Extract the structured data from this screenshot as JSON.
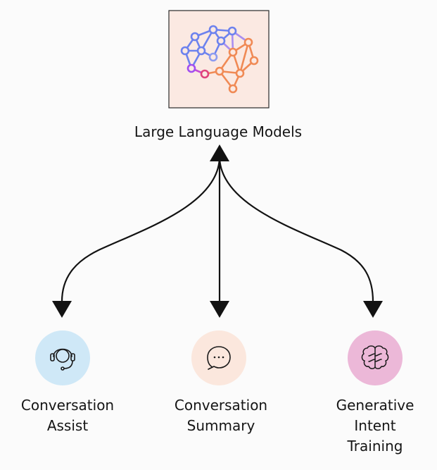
{
  "top_node": {
    "label": "Large Language Models",
    "icon": "brain-network-icon",
    "box_fill": "#fbe9e2"
  },
  "bottom_nodes": [
    {
      "label_lines": [
        "Conversation",
        "Assist"
      ],
      "icon": "headset-icon",
      "circle_fill": "#cfe8f7"
    },
    {
      "label_lines": [
        "Conversation",
        "Summary"
      ],
      "icon": "chat-bubble-icon",
      "circle_fill": "#fbe7dd"
    },
    {
      "label_lines": [
        "Generative",
        "Intent",
        "Training"
      ],
      "icon": "brain-icon",
      "circle_fill": "#ecb8d8"
    }
  ],
  "colors": {
    "arrow": "#121212",
    "network_blue": "#6d82ee",
    "network_orange": "#f08a55",
    "network_purple": "#a24ef0",
    "network_pink": "#e0437c"
  }
}
